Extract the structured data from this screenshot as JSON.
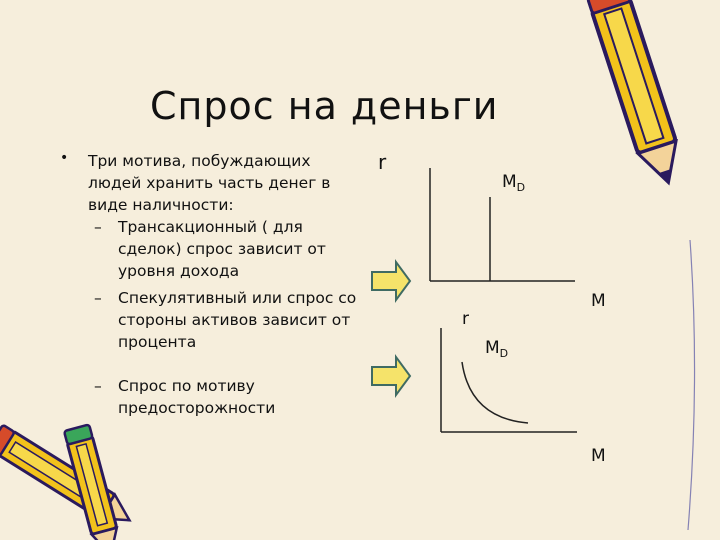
{
  "slide": {
    "title": "Спрос на деньги",
    "bullet": {
      "text": "Три мотива, побуждающих людей хранить часть денег в виде наличности:",
      "items": [
        "Трансакционный ( для сделок) спрос зависит от уровня дохода",
        "Спекулятивный или спрос со стороны активов зависит от процента",
        "Спрос по мотиву предосторожности"
      ],
      "dash": "–"
    }
  },
  "graph1": {
    "y_label": "r",
    "x_label": "M",
    "curve_label": "M",
    "curve_sub": "D",
    "shape": "vertical line"
  },
  "graph2": {
    "y_label": "r",
    "x_label": "M",
    "curve_label": "M",
    "curve_sub": "D",
    "shape": "downward-sloping convex curve"
  },
  "colors": {
    "background": "#f6eedc",
    "arrow_fill": "#f5e36a",
    "arrow_stroke": "#3f6b63",
    "pencil_body": "#f2c21b",
    "pencil_outline": "#2a1a5e",
    "pencil_tip": "#d64b2a"
  },
  "icons": [
    "pencil-icon",
    "arrow-right-icon"
  ]
}
